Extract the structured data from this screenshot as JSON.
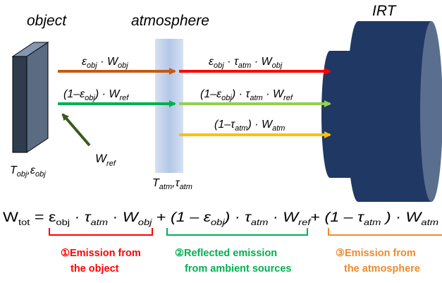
{
  "headings": {
    "object": "object",
    "atmosphere": "atmosphere",
    "irt": "IRT"
  },
  "labels": {
    "object_params": {
      "T": "T",
      "T_sub": "obj",
      "sep": ",",
      "e": "ε",
      "e_sub": "obj"
    },
    "atm_params": {
      "T": "T",
      "T_sub": "atm",
      "sep": ",",
      "tau": "τ",
      "tau_sub": "atm"
    },
    "w_ref": {
      "W": "W",
      "sub": "ref"
    }
  },
  "arrows": {
    "obj_emission_in": {
      "e": "ε",
      "e_sub": "obj",
      "dot": " · ",
      "W": "W",
      "W_sub": "obj"
    },
    "reflected_in": {
      "open": "(1–",
      "e": "ε",
      "e_sub": "obj",
      "close": ") · ",
      "W": "W",
      "W_sub": "ref"
    },
    "obj_emission_out": {
      "e": "ε",
      "e_sub": "obj",
      "dot1": " · ",
      "tau": "τ",
      "tau_sub": "atm",
      "dot2": " · ",
      "W": "W",
      "W_sub": "obj"
    },
    "reflected_out": {
      "open": "(1–",
      "e": "ε",
      "e_sub": "obj",
      "mid": ") · ",
      "tau": "τ",
      "tau_sub": "atm",
      "dot": " · ",
      "W": "W",
      "W_sub": "ref"
    },
    "atm_emission": {
      "open": "(1–",
      "tau": "τ",
      "tau_sub": "atm",
      "close": ") · ",
      "W": "W",
      "W_sub": "atm"
    }
  },
  "equation": {
    "lhs": "W",
    "lhs_sub": "tot",
    "eq": " = ",
    "t1": {
      "e": "ε",
      "e_sub": "obj",
      "dot1": " · ",
      "tau": "τ",
      "tau_sub": "atm",
      "dot2": " · ",
      "W": "W",
      "W_sub": "obj"
    },
    "plus1": " + ",
    "t2": {
      "open": "(1 – ",
      "e": "ε",
      "e_sub": "obj",
      "mid": ") · ",
      "tau": "τ",
      "tau_sub": "atm",
      "dot": " · ",
      "W": "W",
      "W_sub": "ref"
    },
    "plus2": "+ ",
    "t3": {
      "open": "(1 – ",
      "tau": "τ",
      "tau_sub": "atm",
      "close": " ) · ",
      "W": "W",
      "W_sub": "atm"
    }
  },
  "components": [
    {
      "line1": "①Emission from",
      "line2": "the object",
      "color": "#ff0000"
    },
    {
      "line1": "②Reflected emission",
      "line2": "from ambient sources",
      "color": "#00b050"
    },
    {
      "line1": "③Emission from",
      "line2": "the atmosphere",
      "color": "#f08a2d"
    }
  ],
  "colors": {
    "obj_in": "#c55a11",
    "obj_out": "#ff0000",
    "refl_in": "#00b050",
    "refl_out": "#92d050",
    "atm": "#ffc000",
    "w_ref": "#3a5a1e",
    "irt_body": "#1f3864",
    "atmosphere_band": "#b4c7e7",
    "object_front": "#44546a"
  }
}
